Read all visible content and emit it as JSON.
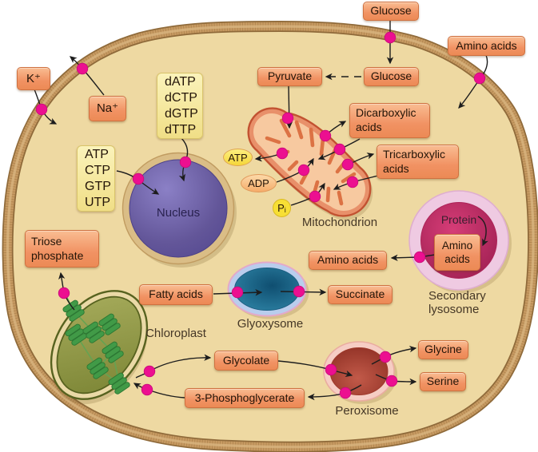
{
  "labels": {
    "k_ion": "K⁺",
    "na_ion": "Na⁺",
    "glucose_out": "Glucose",
    "glucose_in": "Glucose",
    "amino_acids_out": "Amino acids",
    "pyruvate": "Pyruvate",
    "dicarboxylic_acids": "Dicarboxylic\nacids",
    "tricarboxylic_acids": "Tricarboxylic\nacids",
    "deoxyribonucleotides": "dATP\ndCTP\ndGTP\ndTTP",
    "ribonucleotides": "ATP\nCTP\nGTP\nUTP",
    "atp": "ATP",
    "adp": "ADP",
    "pi": "Pᵢ",
    "nucleus": "Nucleus",
    "mitochondrion": "Mitochondrion",
    "protein": "Protein",
    "amino_acids_lysosome": "Amino\nacids",
    "amino_acids_cytosol": "Amino acids",
    "secondary_lysosome": "Secondary\nlysosome",
    "triose_phosphate": "Triose\nphosphate",
    "fatty_acids": "Fatty acids",
    "succinate": "Succinate",
    "glyoxysome": "Glyoxysome",
    "chloroplast": "Chloroplast",
    "glycolate": "Glycolate",
    "phosphoglycerate_3": "3-Phosphoglycerate",
    "glycine": "Glycine",
    "serine": "Serine",
    "peroxisome": "Peroxisome"
  },
  "colors": {
    "cytosol": "#eed9a2",
    "membrane_band": "#c79a62",
    "transporter_dot": "#ec0f90",
    "metabolite_box": "#f19263",
    "nucleotide_box": "#f6e99b",
    "nucleus_fill": "#635699",
    "lysosome_fill": "#b52a5e",
    "peroxisome_fill": "#9c3a2c",
    "glyoxysome_fill": "#1c5f82",
    "chloroplast_fill": "#949c4a",
    "mitochondrion_fill": "#e8906a",
    "arrow": "#1d1d1d"
  }
}
